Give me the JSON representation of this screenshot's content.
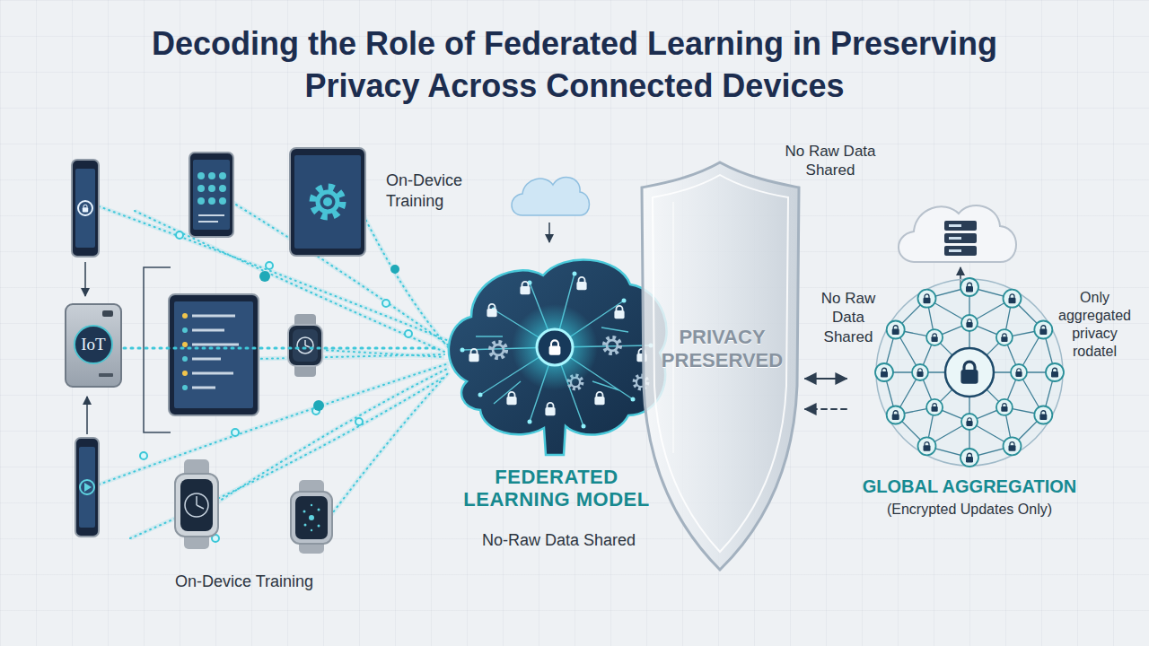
{
  "diagram": {
    "title": "Decoding the Role of Federated Learning in Preserving Privacy Across Connected Devices",
    "nodes": [
      {
        "text": [
          "IoT"
        ]
      },
      {
        "text": [
          "FEDERATED LEARNING MODEL"
        ]
      },
      {
        "text": [
          "PRIVACY PRESERVED"
        ]
      },
      {
        "text": [
          "GLOBAL AGGREGATION",
          "(Encrypted Updates Only)"
        ]
      }
    ],
    "edges": [
      {
        "from": 0,
        "to": 1,
        "arrow": "none"
      },
      {
        "from": 2,
        "to": 3,
        "arrow": "both"
      },
      {
        "from": 3,
        "to": 2,
        "arrow": "to"
      }
    ],
    "labels": [
      "On-Device Training",
      "On-Device Training",
      "No-Raw Data Shared",
      "No Raw Data Shared",
      "No Raw Data Shared",
      "Only aggregated privacy rodatel"
    ]
  }
}
